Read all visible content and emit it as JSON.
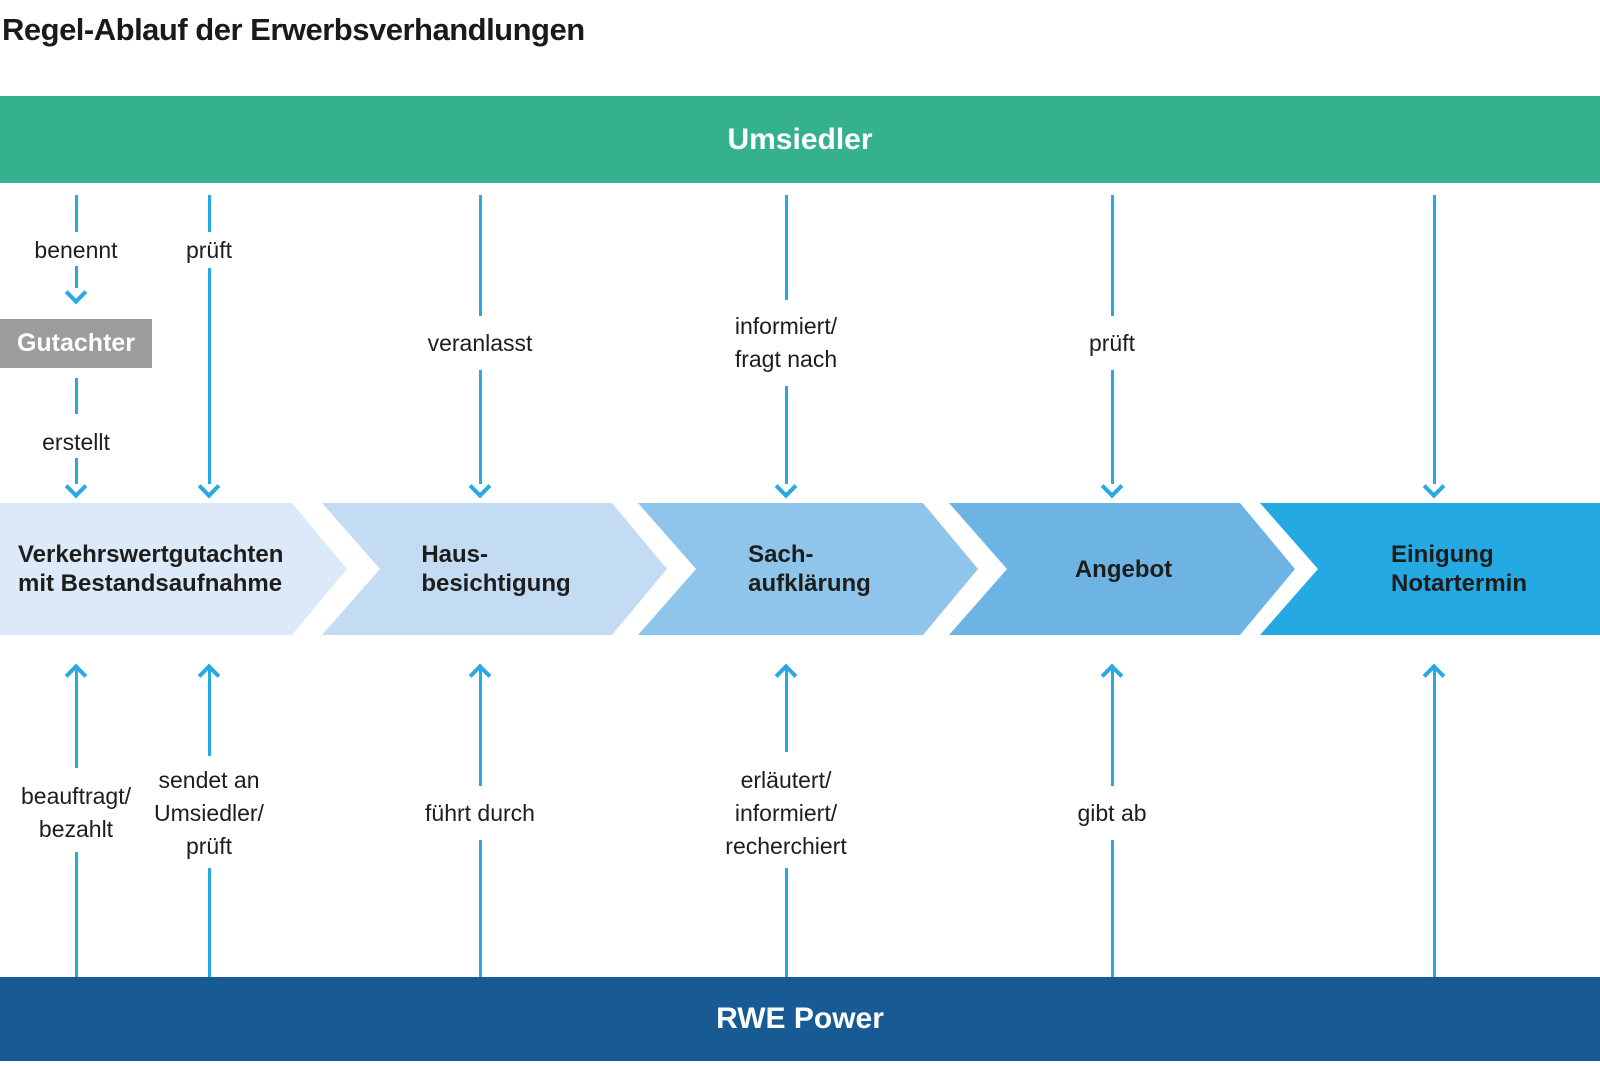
{
  "title": "Regel-Ablauf der Erwerbsverhandlungen",
  "colors": {
    "green": "#36b18e",
    "rwe-blue": "#185b94",
    "arrow": "#29a9e1",
    "gray-box": "#9c9c9c",
    "c1": "#dce9f9",
    "c2": "#c3dcf4",
    "c3": "#90c5eb",
    "c4": "#6db4e5",
    "c5": "#25a9e2",
    "text-dark": "#1d1d1b"
  },
  "top_bar": {
    "label": "Umsiedler"
  },
  "bottom_bar": {
    "label": "RWE Power"
  },
  "gutachter": {
    "label": "Gutachter"
  },
  "flows_top": {
    "benennt": "benennt",
    "prueft1": "prüft",
    "erstellt": "erstellt",
    "veranlasst": "veranlasst",
    "informiert": [
      "informiert/",
      "fragt nach"
    ],
    "prueft2": "prüft"
  },
  "flows_bottom": {
    "beauftragt": [
      "beauftragt/",
      "bezahlt"
    ],
    "sendet": [
      "sendet an",
      "Umsiedler/",
      "prüft"
    ],
    "fuehrt_durch": "führt durch",
    "erlaeutert": [
      "erläutert/",
      "informiert/",
      "recherchiert"
    ],
    "gibt_ab": "gibt ab"
  },
  "chevrons": [
    {
      "lines": [
        "Verkehrswertgutachten",
        "mit Bestandsaufnahme"
      ]
    },
    {
      "lines": [
        "Haus-",
        "besichtigung"
      ]
    },
    {
      "lines": [
        "Sach-",
        "aufklärung"
      ]
    },
    {
      "lines": [
        "Angebot"
      ]
    },
    {
      "lines": [
        "Einigung",
        "Notartermin"
      ]
    }
  ]
}
